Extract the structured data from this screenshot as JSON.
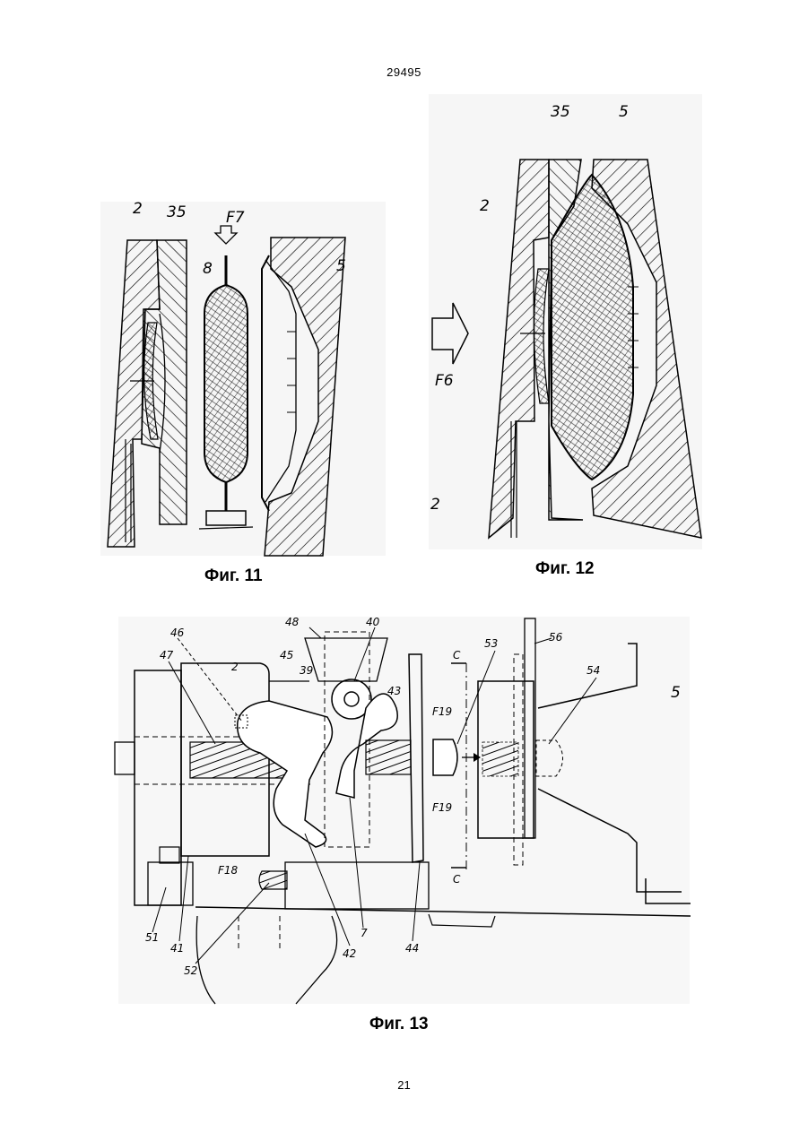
{
  "header": {
    "page_code": "29495"
  },
  "footer": {
    "page_number": "21"
  },
  "figures": {
    "fig11": {
      "caption": "Фиг. 11",
      "labels": {
        "l2": "2",
        "l35": "35",
        "lF7": "F7",
        "l8": "8",
        "l5": "5"
      }
    },
    "fig12": {
      "caption": "Фиг. 12",
      "labels": {
        "l35": "35",
        "l5": "5",
        "l2a": "2",
        "lF6": "F6",
        "l2b": "2"
      }
    },
    "fig13": {
      "caption": "Фиг. 13",
      "labels": {
        "l48": "48",
        "l40": "40",
        "l53": "53",
        "l56": "56",
        "l46": "46",
        "l2": "2",
        "l45": "45",
        "l39": "39",
        "l43": "43",
        "lC1": "C",
        "l47": "47",
        "lF19a": "F19",
        "l54": "54",
        "l5": "5",
        "lF19b": "F19",
        "lF18": "F18",
        "lC2": "C",
        "l51": "51",
        "l41": "41",
        "l52": "52",
        "l42": "42",
        "l7": "7",
        "l44": "44"
      }
    }
  },
  "colors": {
    "ink": "#000000",
    "paper": "#ffffff",
    "drawing_bg": "#f4f4f4"
  }
}
